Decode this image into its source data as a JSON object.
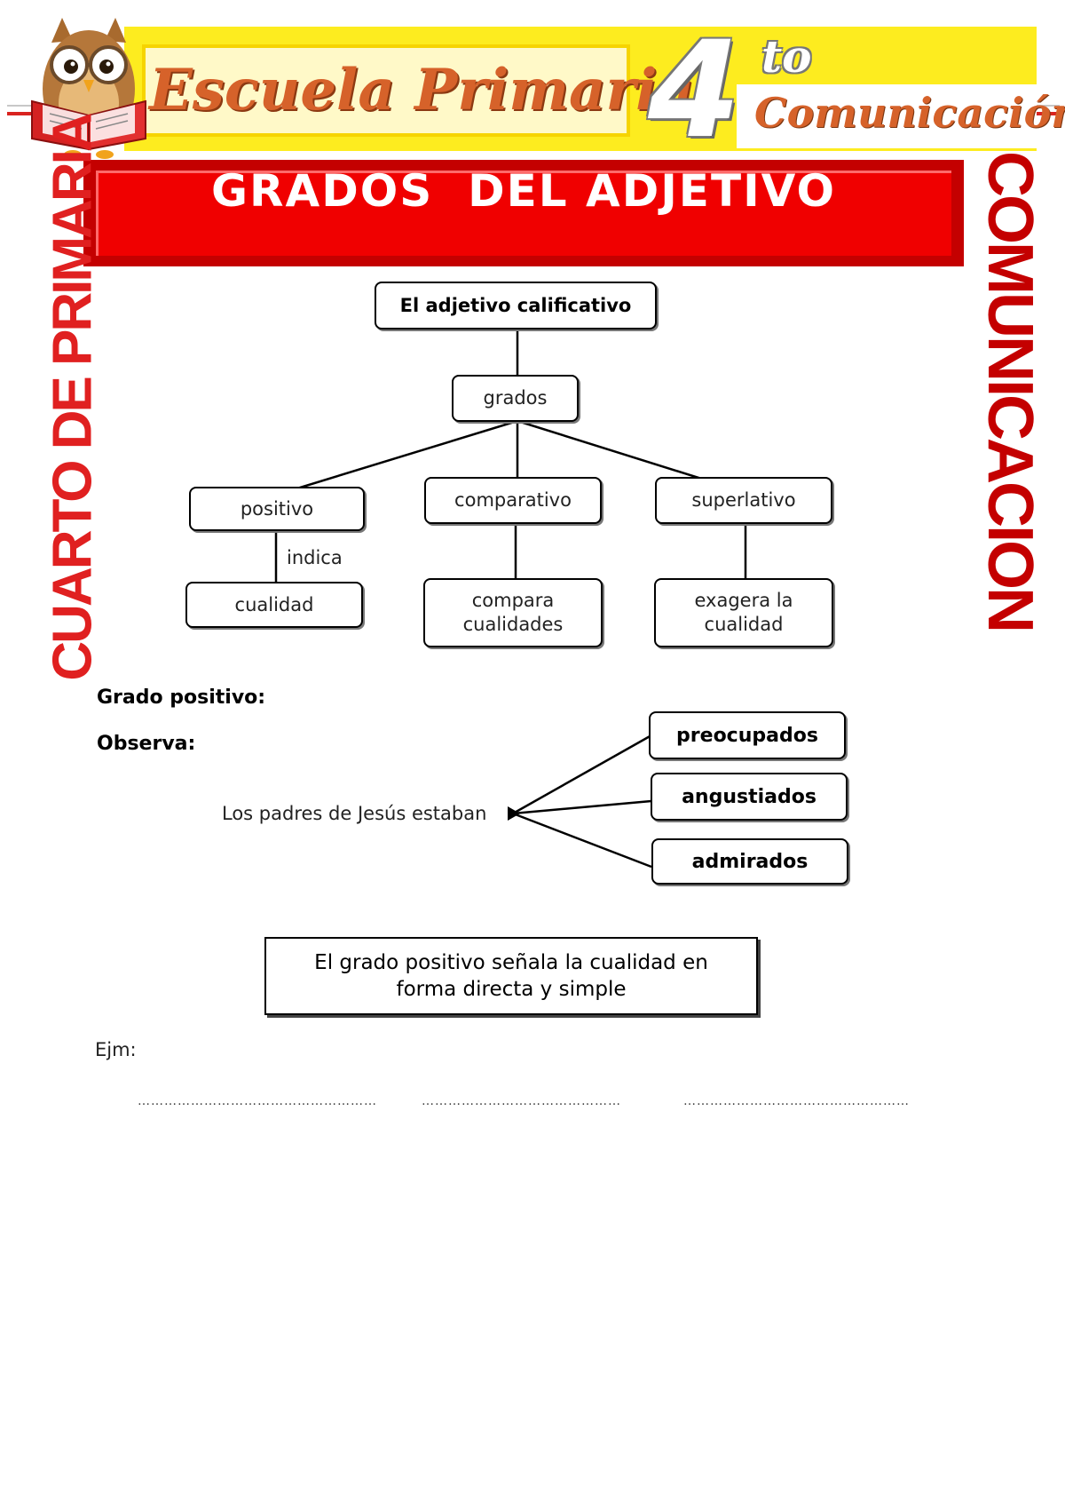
{
  "header": {
    "brand": "Escuela Primaria",
    "grade_number": "4",
    "grade_suffix": "to",
    "subject": "Comunicación",
    "colors": {
      "banner_yellow": "#fdec1f",
      "brand_orange": "#d6622a",
      "title_red": "#f00000"
    },
    "mascot_icon": "owl-reading-book-icon"
  },
  "title": "GRADOS  DEL ADJETIVO",
  "side_labels": {
    "left": "CUARTO DE PRIMARIA",
    "right": "COMUNICACION"
  },
  "diagram": {
    "root": "El adjetivo calificativo",
    "level1": "grados",
    "branches": [
      {
        "label": "positivo",
        "connector": "indica",
        "detail": "cualidad"
      },
      {
        "label": "comparativo",
        "connector": "",
        "detail": "compara cualidades"
      },
      {
        "label": "superlativo",
        "connector": "",
        "detail": "exagera la cualidad"
      }
    ]
  },
  "section": {
    "heading": "Grado positivo:",
    "observe": "Observa:",
    "sentence": "Los padres de Jesús estaban",
    "options": [
      "preocupados",
      "angustiados",
      "admirados"
    ],
    "definition": "El grado positivo señala la cualidad en forma directa y simple",
    "example_label": "Ejm:",
    "blanks": [
      "………………………………………………",
      "………………………………………",
      "……………………………………………"
    ]
  }
}
